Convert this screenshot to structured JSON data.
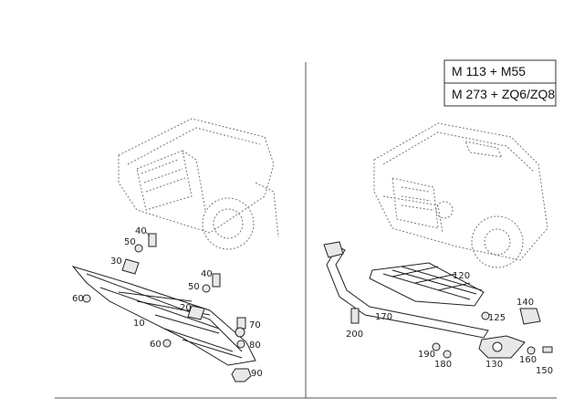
{
  "header": {
    "engine_row_1": "M 113 + M55",
    "engine_row_2": "M 273 + ZQ6/ZQ8"
  },
  "callouts_left": [
    "40",
    "50",
    "30",
    "40",
    "50",
    "20",
    "60",
    "10",
    "70",
    "60",
    "80",
    "90"
  ],
  "callouts_right": [
    "120",
    "140",
    "170",
    "125",
    "200",
    "190",
    "180",
    "130",
    "160",
    "150"
  ]
}
